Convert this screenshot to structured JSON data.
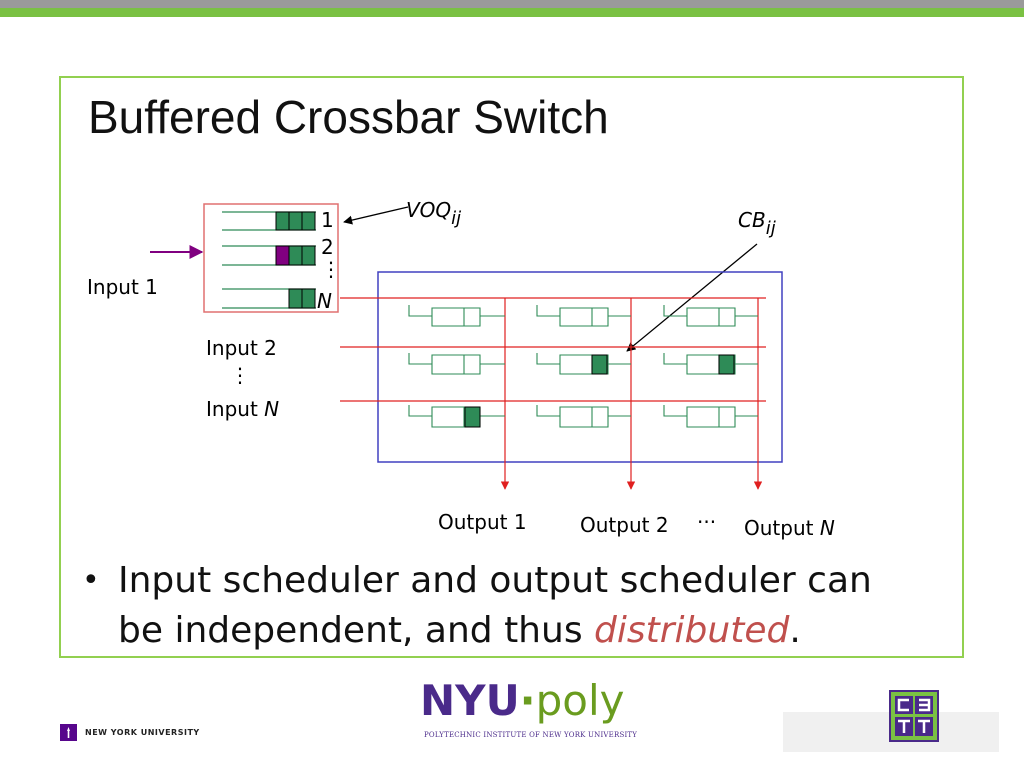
{
  "slide": {
    "title": "Buffered Crossbar Switch"
  },
  "diagram": {
    "voq_label": "VOQ",
    "voq_subscript": "ij",
    "cb_label": "CB",
    "cb_subscript": "ij",
    "queue_indices": [
      "1",
      "2",
      "⋮",
      "N"
    ],
    "input_1": "Input 1",
    "input_2": "Input 2",
    "input_dots": "⋮",
    "input_n_prefix": "Input ",
    "input_n_var": "N",
    "output_1": "Output 1",
    "output_2": "Output 2",
    "output_dots": "···",
    "output_n_prefix": "Output ",
    "output_n_var": "N",
    "colors": {
      "crosspoint_line": "#e02020",
      "crossbar_border": "#4040c0",
      "voq_border": "#e07070",
      "cell_fill": "#2e8b57",
      "purple_cell": "#800080",
      "buffer_line": "#2e8b57"
    }
  },
  "bullet": {
    "text_before": "Input scheduler and output scheduler can be independent, and thus ",
    "highlight": "distributed",
    "text_after": "."
  },
  "footer": {
    "nyu": "NEW YORK UNIVERSITY",
    "poly_nyu": "NYU",
    "poly_dot": "·",
    "poly_word": "poly",
    "poly_sub": "POLYTECHNIC INSTITUTE OF NEW YORK UNIVERSITY"
  }
}
